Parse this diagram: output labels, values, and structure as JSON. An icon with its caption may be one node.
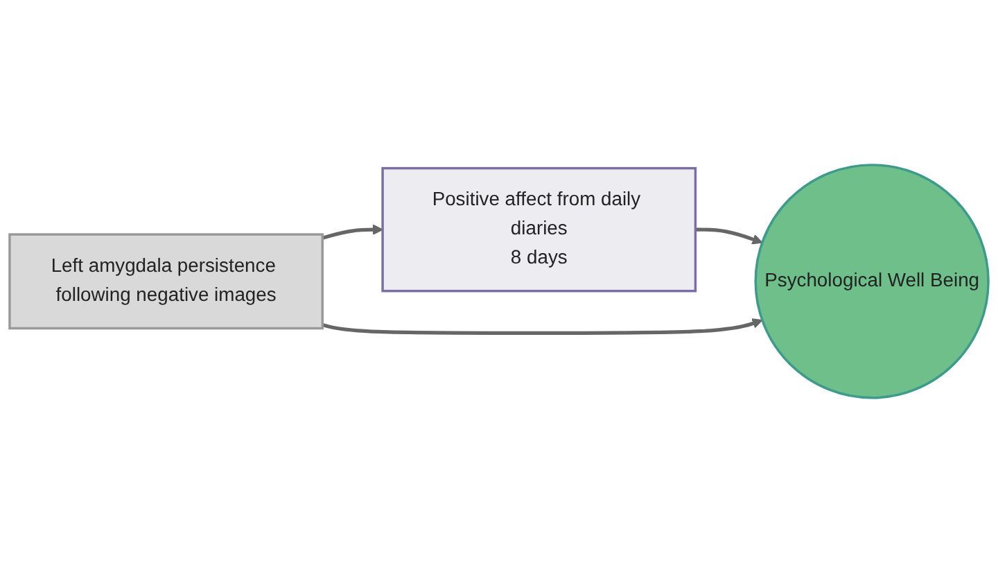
{
  "diagram": {
    "nodes": [
      {
        "text": [
          "Left amygdala persistence following negative images"
        ]
      },
      {
        "text": [
          "Positive affect from daily diaries",
          "8 days"
        ]
      },
      {
        "text": [
          "Psychological Well Being"
        ]
      }
    ],
    "edges": [
      {
        "from": 0,
        "to": 1,
        "arrow": "to"
      },
      {
        "from": 1,
        "to": 2,
        "arrow": "to"
      },
      {
        "from": 0,
        "to": 2,
        "arrow": "to"
      }
    ]
  }
}
